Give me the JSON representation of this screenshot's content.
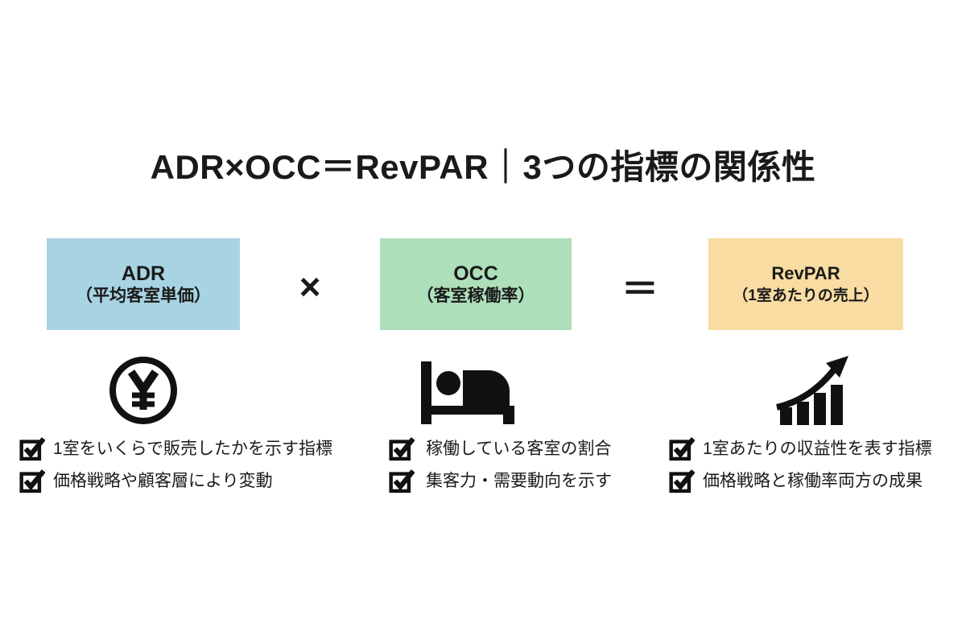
{
  "title": "ADR×OCC＝RevPAR｜3つの指標の関係性",
  "operators": {
    "multiply": "×",
    "equals": "＝"
  },
  "colors": {
    "background": "#ffffff",
    "text": "#1a1a1a",
    "adr_box": "#a8d3e2",
    "occ_box": "#aedfbb",
    "revpar_box": "#f8dca2",
    "icon": "#111111"
  },
  "columns": [
    {
      "key": "adr",
      "box_label": "ADR",
      "box_sublabel": "（平均客室単価）",
      "box_color": "#a8d3e2",
      "icon": "yen-coin-icon",
      "items": [
        "1室をいくらで販売したかを示す指標",
        "価格戦略や顧客層により変動"
      ]
    },
    {
      "key": "occ",
      "box_label": "OCC",
      "box_sublabel": "（客室稼働率）",
      "box_color": "#aedfbb",
      "icon": "bed-icon",
      "items": [
        "稼働している客室の割合",
        "集客力・需要動向を示す"
      ]
    },
    {
      "key": "revpar",
      "box_label": "RevPAR",
      "box_sublabel": "（1室あたりの売上）",
      "box_color": "#f8dca2",
      "icon": "growth-chart-icon",
      "items": [
        "1室あたりの収益性を表す指標",
        "価格戦略と稼働率両方の成果"
      ]
    }
  ]
}
